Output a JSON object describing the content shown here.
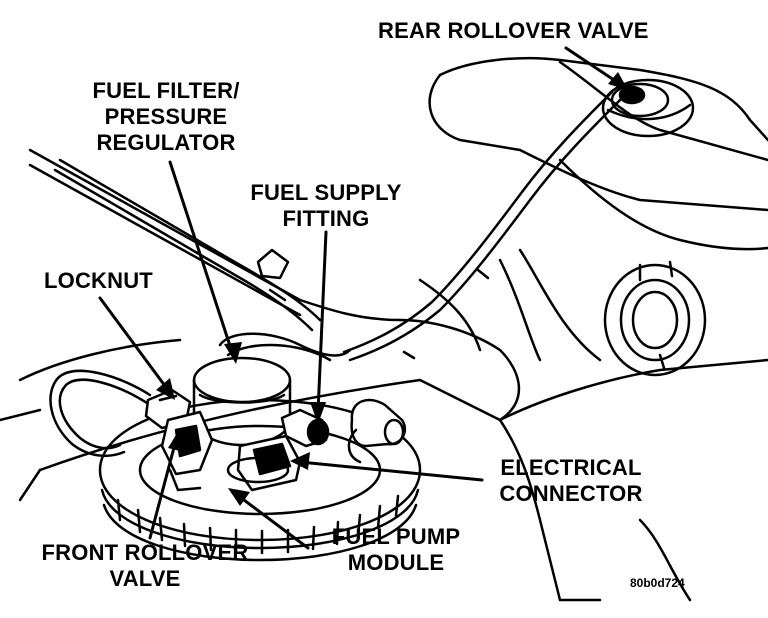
{
  "labels": {
    "rear_rollover_valve": "REAR ROLLOVER VALVE",
    "fuel_filter_line1": "FUEL FILTER/",
    "fuel_filter_line2": "PRESSURE",
    "fuel_filter_line3": "REGULATOR",
    "fuel_supply_line1": "FUEL SUPPLY",
    "fuel_supply_line2": "FITTING",
    "locknut": "LOCKNUT",
    "electrical_line1": "ELECTRICAL",
    "electrical_line2": "CONNECTOR",
    "front_rollover_line1": "FRONT ROLLOVER",
    "front_rollover_line2": "VALVE",
    "fuel_pump_line1": "FUEL PUMP",
    "fuel_pump_line2": "MODULE"
  },
  "figure_code": "80b0d724",
  "colors": {
    "ink": "#000000",
    "paper": "#ffffff"
  }
}
